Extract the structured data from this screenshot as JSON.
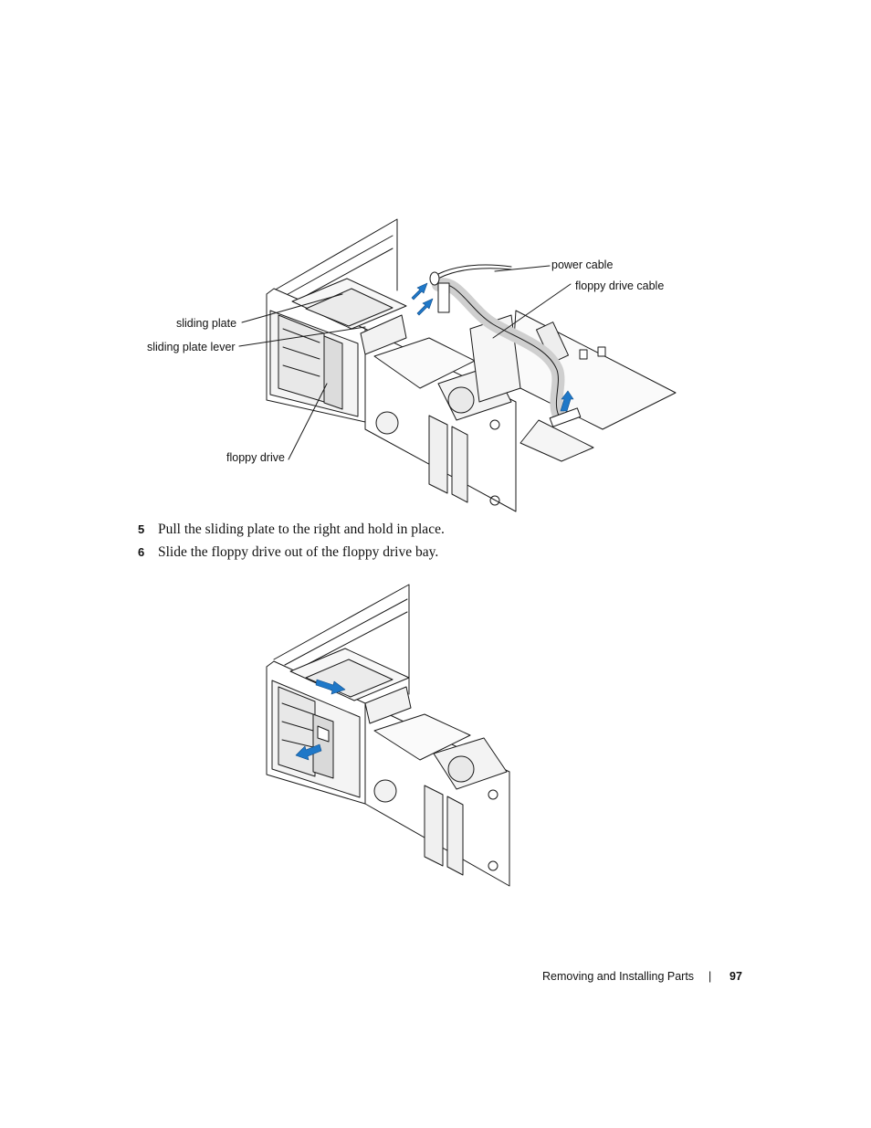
{
  "figure1": {
    "labels": {
      "power_cable": "power cable",
      "floppy_drive_cable": "floppy drive cable",
      "sliding_plate": "sliding plate",
      "sliding_plate_lever": "sliding plate lever",
      "floppy_drive": "floppy drive"
    }
  },
  "steps": [
    {
      "number": "5",
      "text": "Pull the sliding plate to the right and hold in place."
    },
    {
      "number": "6",
      "text": "Slide the floppy drive out of the floppy drive bay."
    }
  ],
  "footer": {
    "section_title": "Removing and Installing Parts",
    "separator": "|",
    "page_number": "97"
  },
  "colors": {
    "arrow_blue": "#1f78c8",
    "line": "#1a1a1a"
  }
}
